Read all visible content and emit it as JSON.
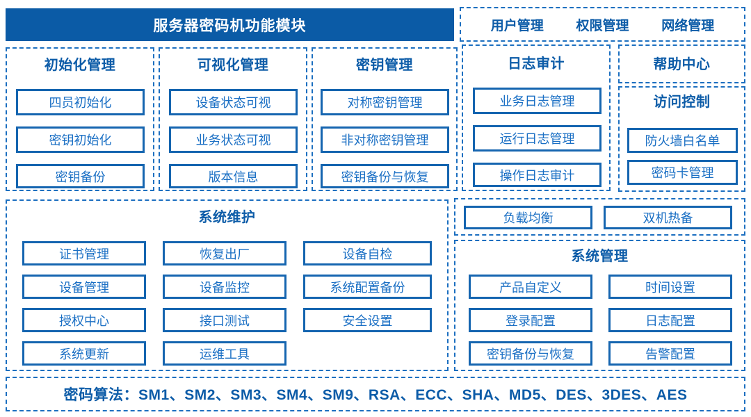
{
  "header": {
    "title": "服务器密码机功能模块"
  },
  "top_links": {
    "items": [
      "用户管理",
      "权限管理",
      "网络管理"
    ]
  },
  "help_center": {
    "title": "帮助中心"
  },
  "access_control": {
    "title": "访问控制",
    "items": [
      "防火墙白名单",
      "密码卡管理"
    ]
  },
  "groups": [
    {
      "key": "init",
      "title": "初始化管理",
      "items": [
        "四员初始化",
        "密钥初始化",
        "密钥备份"
      ]
    },
    {
      "key": "visual",
      "title": "可视化管理",
      "items": [
        "设备状态可视",
        "业务状态可视",
        "版本信息"
      ]
    },
    {
      "key": "keymgmt",
      "title": "密钥管理",
      "items": [
        "对称密钥管理",
        "非对称密钥管理",
        "密钥备份与恢复"
      ]
    },
    {
      "key": "logaudit",
      "title": "日志审计",
      "items": [
        "业务日志管理",
        "运行日志管理",
        "操作日志审计"
      ]
    }
  ],
  "system_maintenance": {
    "title": "系统维护",
    "columns": [
      [
        "证书管理",
        "设备管理",
        "授权中心",
        "系统更新"
      ],
      [
        "恢复出厂",
        "设备监控",
        "接口测试",
        "运维工具"
      ],
      [
        "设备自检",
        "系统配置备份",
        "安全设置"
      ]
    ]
  },
  "ha": {
    "items": [
      "负载均衡",
      "双机热备"
    ]
  },
  "system_management": {
    "title": "系统管理",
    "columns": [
      [
        "产品自定义",
        "登录配置",
        "密钥备份与恢复"
      ],
      [
        "时间设置",
        "日志配置",
        "告警配置"
      ]
    ]
  },
  "algorithms": {
    "label": "密码算法：",
    "list": "SM1、SM2、SM3、SM4、SM9、RSA、ECC、SHA、MD5、DES、3DES、AES"
  },
  "colors": {
    "banner_bg": "#0b5ba6",
    "banner_text": "#ffffff",
    "dashed_border": "#1c6fc0",
    "item_border": "#1565b0",
    "item_text": "#1a6fc4",
    "title_text": "#0d5ca8"
  }
}
